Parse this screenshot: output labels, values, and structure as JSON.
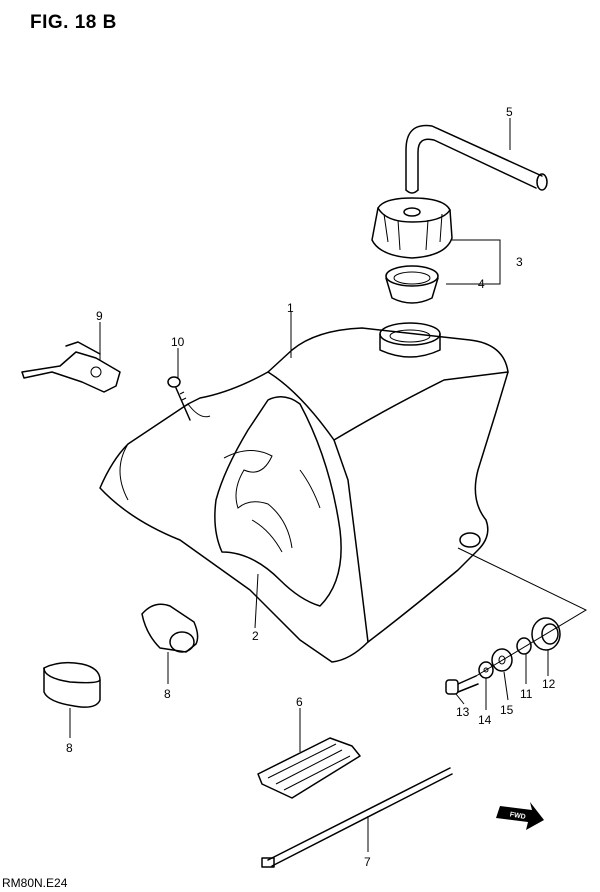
{
  "figure": {
    "title": "FIG. 18 B",
    "footer_code": "RM80N.E24",
    "fwd_badge": "FWD"
  },
  "callouts": [
    {
      "id": "c1",
      "label": "1"
    },
    {
      "id": "c2",
      "label": "2"
    },
    {
      "id": "c3",
      "label": "3"
    },
    {
      "id": "c4",
      "label": "4"
    },
    {
      "id": "c5",
      "label": "5"
    },
    {
      "id": "c6",
      "label": "6"
    },
    {
      "id": "c7",
      "label": "7"
    },
    {
      "id": "c8a",
      "label": "8"
    },
    {
      "id": "c8b",
      "label": "8"
    },
    {
      "id": "c9",
      "label": "9"
    },
    {
      "id": "c10",
      "label": "10"
    },
    {
      "id": "c11",
      "label": "11"
    },
    {
      "id": "c12",
      "label": "12"
    },
    {
      "id": "c13",
      "label": "13"
    },
    {
      "id": "c14",
      "label": "14"
    },
    {
      "id": "c15",
      "label": "15"
    }
  ]
}
